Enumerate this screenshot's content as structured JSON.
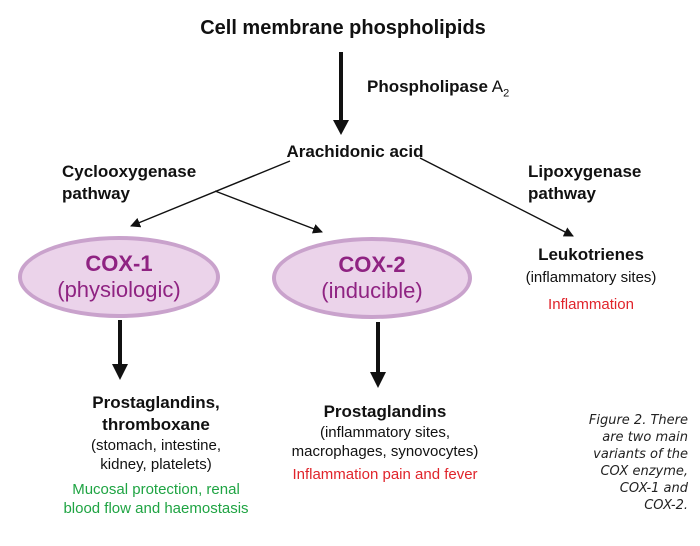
{
  "nodes": {
    "membrane": "Cell membrane phospholipids",
    "enzyme": "Phospholipase",
    "enzyme_letter": "A",
    "enzyme_subscript": "2",
    "arachidonic": "Arachidonic acid",
    "cox_pathway": [
      "Cyclooxygenase",
      "pathway"
    ],
    "lox_pathway": [
      "Lipoxygenase",
      "pathway"
    ],
    "cox1": {
      "name": "COX-1",
      "type": "(physiologic)"
    },
    "cox2": {
      "name": "COX-2",
      "type": "(inducible)"
    },
    "leukotrienes": {
      "title": "Leukotrienes",
      "sites": "(inflammatory sites)",
      "effect": "Inflammation"
    },
    "cox1_products": {
      "title": [
        "Prostaglandins,",
        "thromboxane"
      ],
      "sites": [
        "(stomach, intestine,",
        "kidney, platelets)"
      ],
      "effect": [
        "Mucosal protection, renal",
        "blood flow and haemostasis"
      ]
    },
    "cox2_products": {
      "title": "Prostaglandins",
      "sites": [
        "(inflammatory sites,",
        "macrophages, synovocytes)"
      ],
      "effect": "Inflammation pain and fever"
    }
  },
  "caption": [
    "Figure 2. There",
    "are two main",
    "variants of the",
    "COX enzyme,",
    "COX-1 and",
    "COX-2."
  ],
  "colors": {
    "ellipse_fill": "#ebd3ea",
    "ellipse_border": "#c9a2cc",
    "ellipse_text": "#8f2382",
    "red": "#e0242b",
    "green": "#1fa443"
  }
}
